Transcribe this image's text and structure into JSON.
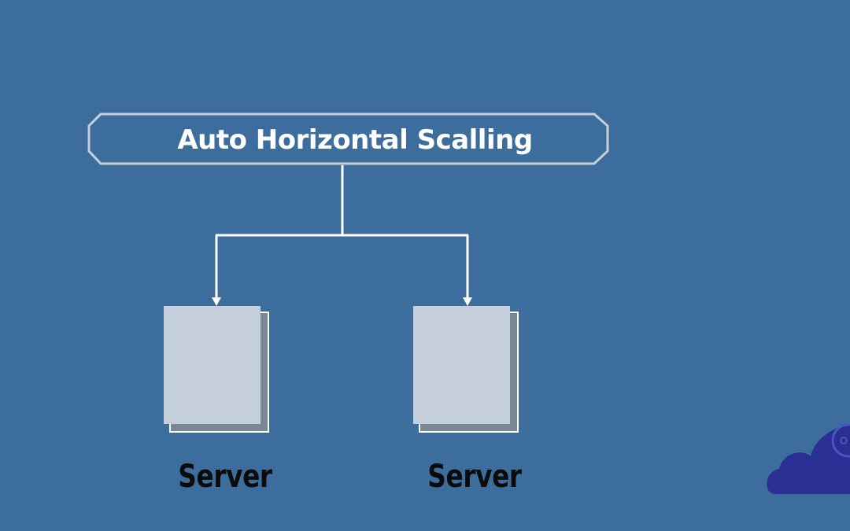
{
  "diagram": {
    "title": "Auto Horizontal Scalling",
    "servers": [
      {
        "label": "Server"
      },
      {
        "label": "Server"
      }
    ]
  },
  "colors": {
    "background": "#3c6d9c",
    "server_fill": "#c5cfdb",
    "server_shadow": "#7a8894",
    "line": "#ffffff",
    "title_border": "#c6ced8",
    "logo": "#2a2f94"
  },
  "icons": {
    "corner_logo": "cloud-logo-icon"
  }
}
